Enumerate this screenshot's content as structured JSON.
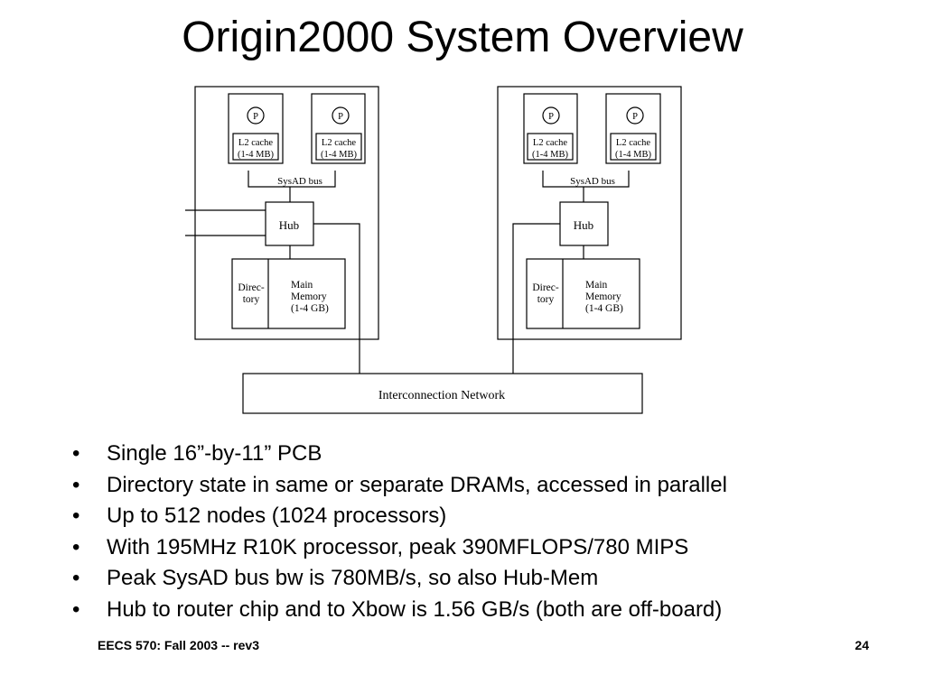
{
  "slide": {
    "title": "Origin2000 System Overview",
    "footer_left": "EECS 570: Fall 2003 -- rev3",
    "page_number": "24"
  },
  "diagram": {
    "processor": "P",
    "l2_line1": "L2 cache",
    "l2_line2": "(1-4 MB)",
    "sysad_bus": "SysAD bus",
    "hub": "Hub",
    "directory_line1": "Direc-",
    "directory_line2": "tory",
    "memory_line1": "Main",
    "memory_line2": "Memory",
    "memory_line3": "(1-4 GB)",
    "network": "Interconnection Network"
  },
  "bullets": [
    "Single 16”-by-11” PCB",
    "Directory state in same or separate DRAMs, accessed in parallel",
    "Up to 512 nodes (1024 processors)",
    "With 195MHz R10K processor, peak 390MFLOPS/780 MIPS",
    "Peak SysAD bus bw is 780MB/s, so also Hub-Mem",
    "Hub to router chip and to Xbow is 1.56 GB/s (both are off-board)"
  ]
}
